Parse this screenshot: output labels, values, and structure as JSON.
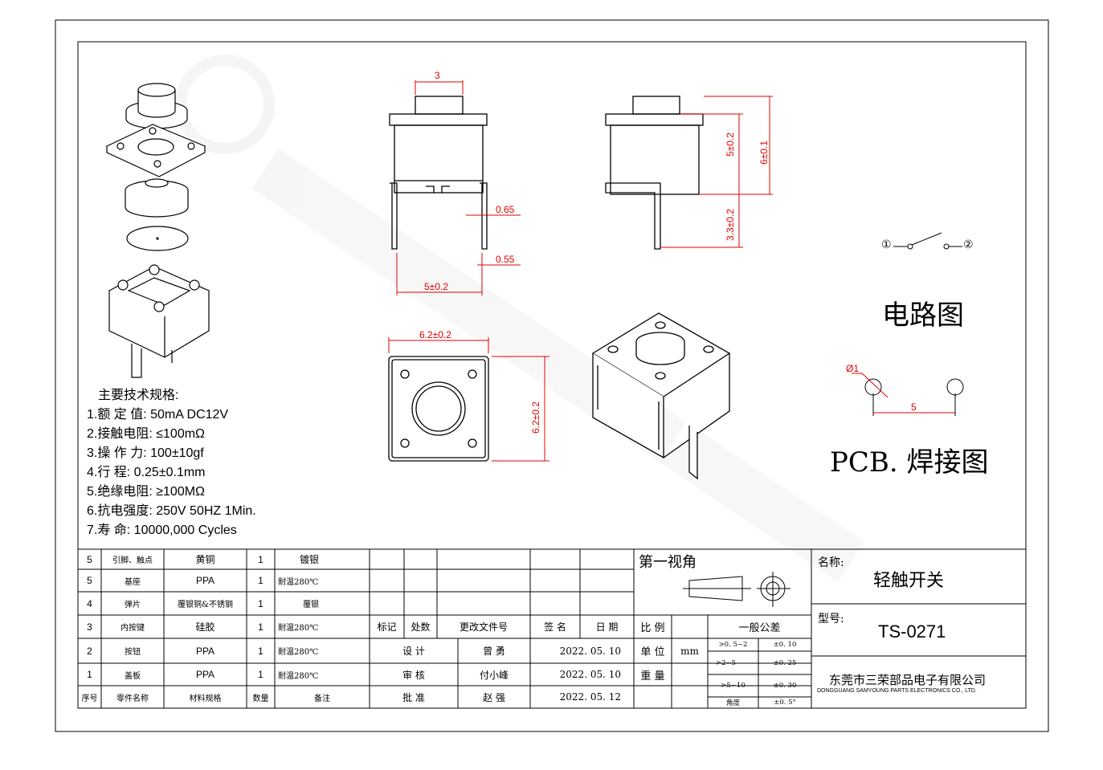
{
  "spec": {
    "heading": "主要技术规格:",
    "items": [
      "1.额  定  值: 50mA DC12V",
      "2.接触电阻: ≤100mΩ",
      "3.操  作  力: 100±10gf",
      "4.行       程: 0.25±0.1mm",
      "5.绝缘电阻: ≥100MΩ",
      "6.抗电强度: 250V 50HZ 1Min.",
      "7.寿       命: 10000,000 Cycles"
    ]
  },
  "dimensions": {
    "front_width": "3",
    "pin_width": "0.65",
    "pin_thickness": "0.55",
    "pin_pitch": "5±0.2",
    "body_height": "5±0.2",
    "total_height": "6±0.1",
    "pin_length": "3.3±0.2",
    "top_width": "6.2±0.2",
    "top_depth": "6.2±0.2",
    "hole_dia": "Ø1",
    "hole_pitch": "5"
  },
  "circuit": {
    "pin1": "①",
    "pin2": "②",
    "label": "电路图"
  },
  "pcb": {
    "label": "PCB. 焊接图"
  },
  "bom": {
    "rows": [
      {
        "no": "5",
        "name": "引脚、触点",
        "material": "黄铜",
        "qty": "1",
        "note": "镀银"
      },
      {
        "no": "5",
        "name": "基座",
        "material": "PPA",
        "qty": "1",
        "note": "耐温280℃"
      },
      {
        "no": "4",
        "name": "弹片",
        "material": "覆银铜&不锈钢",
        "qty": "1",
        "note": "覆银"
      },
      {
        "no": "3",
        "name": "内按键",
        "material": "硅胶",
        "qty": "1",
        "note": "耐温280℃"
      },
      {
        "no": "2",
        "name": "按钮",
        "material": "PPA",
        "qty": "1",
        "note": "耐温280℃"
      },
      {
        "no": "1",
        "name": "盖板",
        "material": "PPA",
        "qty": "1",
        "note": "耐温280℃"
      }
    ],
    "header": {
      "no": "序号",
      "name": "零件名称",
      "material": "材料规格",
      "qty": "数量",
      "note": "备注"
    }
  },
  "revision": {
    "headers": [
      "标记",
      "处数",
      "更改文件号",
      "签 名",
      "日 期"
    ],
    "rows": [
      {
        "role": "设  计",
        "person": "曾 勇",
        "date": "2022. 05. 10"
      },
      {
        "role": "审  核",
        "person": "付小峰",
        "date": "2022. 05. 10"
      },
      {
        "role": "批  准",
        "person": "赵 强",
        "date": "2022. 05. 12"
      }
    ]
  },
  "projection": {
    "label": "第一视角"
  },
  "scale_block": {
    "scale_label": "比 例",
    "unit_label": "单 位",
    "unit_value": "mm",
    "weight_label": "重 量",
    "tolerance_title": "一般公差",
    "tolerances": [
      {
        "range": ">0. 5~2",
        "value": "±0. 10"
      },
      {
        "range": ">2~5",
        "value": "±0. 25"
      },
      {
        "range": ">5~10",
        "value": "±0. 30"
      },
      {
        "range": "角度",
        "value": "±0. 5°"
      }
    ]
  },
  "title": {
    "name_label": "名称:",
    "name_value": "轻触开关",
    "model_label": "型号:",
    "model_value": "TS-0271",
    "company_cn": "东莞市三荣部品电子有限公司",
    "company_en": "DONGGUANG SAMYOUNG PARTS ELECTRONICS CO., LTD."
  },
  "colors": {
    "dimension": "#e10000",
    "line": "#000000",
    "body_fill": "#ffffff",
    "watermark": "#efefef"
  }
}
